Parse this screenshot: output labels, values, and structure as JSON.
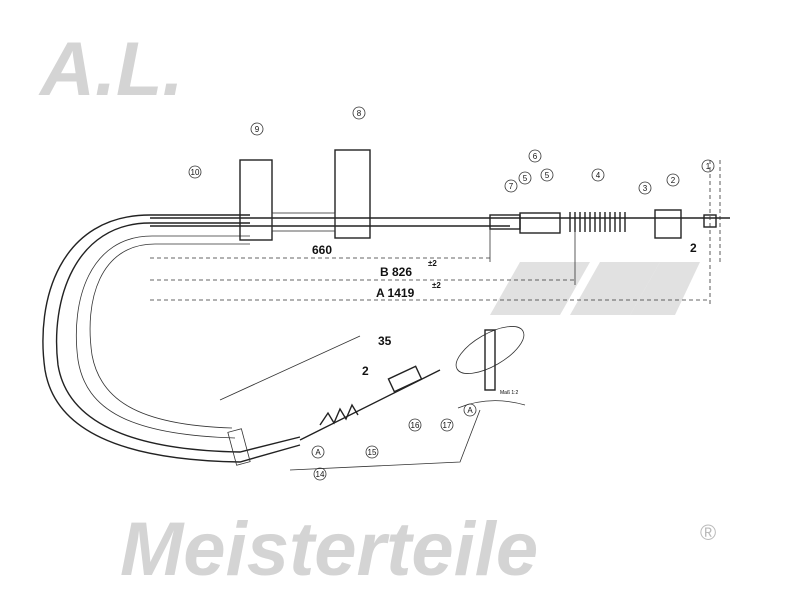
{
  "callouts": [
    "1",
    "2",
    "3",
    "4",
    "5",
    "5",
    "6",
    "7",
    "8",
    "9",
    "10",
    "14",
    "15",
    "16",
    "17",
    "A",
    "A"
  ],
  "dimensions": {
    "d660": "660",
    "b": "B 826",
    "b_tol": "±2",
    "a": "A 1419",
    "a_tol": "±2",
    "d35": "35",
    "d2_left": "2",
    "d2_right": "2"
  },
  "detail_note": "Maß 1:2",
  "watermark": {
    "brand": "A.L. Meisterteile",
    "registered": "®",
    "color": "#d4d4d4"
  }
}
